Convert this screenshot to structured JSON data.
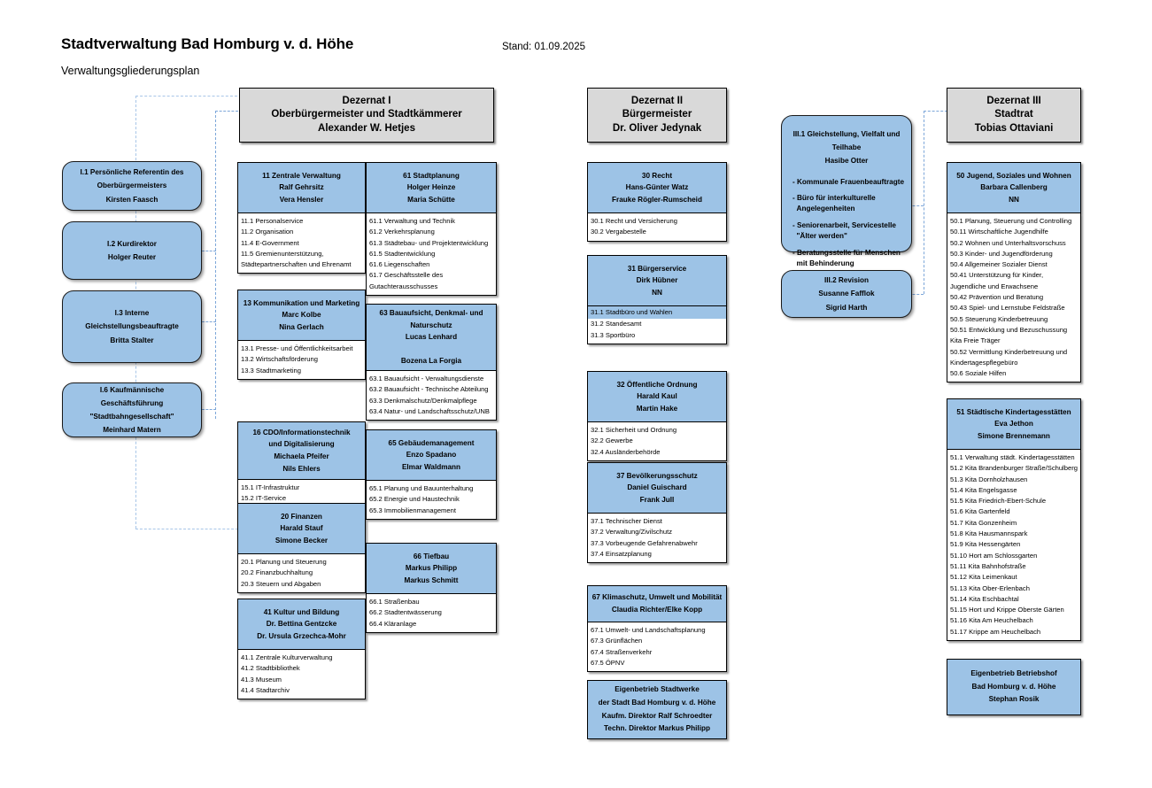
{
  "header": {
    "title": "Stadtverwaltung Bad Homburg v. d. Höhe",
    "stand": "Stand: 01.09.2025",
    "subtitle": "Verwaltungsgliederungsplan"
  },
  "colors": {
    "unit_head": "#9dc3e6",
    "dezernat_head": "#d9d9d9",
    "connector": "#7da7d9",
    "border": "#000000",
    "page_background": "#ffffff"
  },
  "dezernate": {
    "I": {
      "line1": "Dezernat I",
      "line2": "Oberbürgermeister und Stadtkämmerer",
      "line3": "Alexander W. Hetjes"
    },
    "II": {
      "line1": "Dezernat II",
      "line2": "Bürgermeister",
      "line3": "Dr. Oliver Jedynak"
    },
    "III": {
      "line1": "Dezernat III",
      "line2": "Stadtrat",
      "line3": "Tobias Ottaviani"
    }
  },
  "staff_left": [
    {
      "lines": [
        "I.1 Persönliche Referentin des",
        "Oberbürgermeisters",
        "Kirsten Faasch"
      ]
    },
    {
      "lines": [
        "I.2 Kurdirektor",
        "Holger Reuter"
      ]
    },
    {
      "lines": [
        "I.3 Interne Gleichstellungsbeauftragte",
        "Britta Stalter"
      ]
    },
    {
      "lines": [
        "I.6 Kaufmännische Geschäftsführung",
        "\"Stadtbahngesellschaft\"",
        "Meinhard Matern"
      ]
    }
  ],
  "staff_mid": [
    {
      "lines": [
        "III.1 Gleichstellung, Vielfalt und",
        "Teilhabe",
        "Hasibe Otter"
      ],
      "bullets": [
        "- Kommunale Frauenbeauftragte",
        "- Büro für interkulturelle\n  Angelegenheiten",
        "- Seniorenarbeit, Servicestelle\n  \"Älter werden\"",
        "- Beratungsstelle für Menschen\n  mit Behinderung"
      ]
    },
    {
      "lines": [
        "III.2 Revision",
        "Susanne Fafflok",
        "Sigrid Harth"
      ],
      "bullets": []
    }
  ],
  "col1": [
    {
      "head": [
        "11 Zentrale Verwaltung",
        "Ralf Gehrsitz",
        "Vera Hensler"
      ],
      "items": [
        "11.1 Personalservice",
        "11.2 Organisation",
        "11.4 E-Government",
        "11.5 Gremienunterstützung,",
        "Städtepartnerschaften und Ehrenamt"
      ]
    },
    {
      "head": [
        "13  Kommunikation und Marketing",
        "Marc Kolbe",
        "Nina Gerlach"
      ],
      "items": [
        "13.1 Presse- und Öffentlichkeitsarbeit",
        "13.2 Wirtschaftsförderung",
        "13.3 Stadtmarketing"
      ]
    },
    {
      "head": [
        "16 CDO/Informationstechnik",
        "und Digitalisierung",
        "Michaela Pfeifer",
        "Nils Ehlers"
      ],
      "items": [
        "15.1 IT-Infrastruktur",
        "15.2 IT-Service"
      ]
    },
    {
      "head": [
        "20 Finanzen",
        "Harald Stauf",
        "Simone Becker"
      ],
      "items": [
        "20.1 Planung und Steuerung",
        "20.2 Finanzbuchhaltung",
        "20.3 Steuern und Abgaben"
      ]
    },
    {
      "head": [
        "41 Kultur und Bildung",
        "Dr. Bettina Gentzcke",
        "Dr. Ursula Grzechca-Mohr"
      ],
      "items": [
        "41.1 Zentrale Kulturverwaltung",
        "41.2 Stadtbibliothek",
        "41.3 Museum",
        "41.4 Stadtarchiv"
      ]
    }
  ],
  "col2": [
    {
      "head": [
        "61 Stadtplanung",
        "Holger Heinze",
        "Maria Schütte"
      ],
      "items": [
        "61.1 Verwaltung und Technik",
        "61.2 Verkehrsplanung",
        "61.3 Städtebau- und Projektentwicklung",
        "61.5 Stadtentwicklung",
        "61.6 Liegenschaften",
        "61.7 Geschäftsstelle des",
        "Gutachterausschusses"
      ]
    },
    {
      "head": [
        "63 Bauaufsicht, Denkmal- und",
        "Naturschutz",
        "Lucas Lenhard",
        "",
        "Bozena La Forgia"
      ],
      "items": [
        "63.1 Bauaufsicht - Verwaltungsdienste",
        "63.2 Bauaufsicht - Technische Abteilung",
        "63.3 Denkmalschutz/Denkmalpflege",
        "63.4 Natur- und Landschaftsschutz/UNB"
      ]
    },
    {
      "head": [
        "65 Gebäudemanagement",
        "Enzo Spadano",
        "Elmar Waldmann"
      ],
      "items": [
        "65.1 Planung und Bauunterhaltung",
        "65.2 Energie und Haustechnik",
        "65.3 Immobilienmanagement"
      ]
    },
    {
      "head": [
        "66 Tiefbau",
        "Markus Philipp",
        "Markus Schmitt"
      ],
      "items": [
        "66.1 Straßenbau",
        "66.2 Stadtentwässerung",
        "66.4 Kläranlage"
      ]
    }
  ],
  "col3": [
    {
      "head": [
        "30 Recht",
        "Hans-Günter Watz",
        "Frauke Rögler-Rumscheid"
      ],
      "items": [
        "30.1 Recht und Versicherung",
        "30.2 Vergabestelle"
      ]
    },
    {
      "head": [
        "31 Bürgerservice",
        "Dirk Hübner",
        "NN"
      ],
      "items": [
        "31.1 Stadtbüro und Wahlen",
        "31.2 Standesamt",
        "31.3 Sportbüro"
      ],
      "first_item_banded": true
    },
    {
      "head": [
        "32 Öffentliche Ordnung",
        "Harald Kaul",
        "Martin Hake"
      ],
      "items": [
        "32.1 Sicherheit und Ordnung",
        "32.2 Gewerbe",
        "32.4 Ausländerbehörde"
      ]
    },
    {
      "head": [
        "37 Bevölkerungsschutz",
        "Daniel Guischard",
        "Frank Jull"
      ],
      "items": [
        "37.1 Technischer Dienst",
        "37.2 Verwaltung/Zivilschutz",
        "37.3 Vorbeugende Gefahrenabwehr",
        "37.4 Einsatzplanung"
      ]
    },
    {
      "head": [
        "67 Klimaschutz, Umwelt und Mobilität",
        "Claudia Richter/Elke Kopp"
      ],
      "items": [
        "67.1 Umwelt- und Landschaftsplanung",
        "67.3 Grünflächen",
        "67.4 Straßenverkehr",
        "67.5 ÖPNV"
      ]
    }
  ],
  "col4": [
    {
      "head": [
        "50 Jugend, Soziales und Wohnen",
        "Barbara Callenberg",
        "NN"
      ],
      "items": [
        "50.1 Planung, Steuerung und Controlling",
        "50.11 Wirtschaftliche Jugendhilfe",
        "50.2 Wohnen und Unterhaltsvorschuss",
        "50.3 Kinder- und Jugendförderung",
        "50.4 Allgemeiner Sozialer Dienst",
        "50.41 Unterstützung für Kinder,",
        "Jugendliche und Erwachsene",
        "50.42 Prävention und Beratung",
        "50.43 Spiel- und Lernstube Feldstraße",
        "50.5 Steuerung Kinderbetreuung",
        "50.51 Entwicklung und Bezuschussung",
        "Kita Freie Träger",
        "50.52 Vermittlung Kinderbetreuung und",
        "Kindertagespflegebüro",
        "50.6 Soziale Hilfen"
      ]
    },
    {
      "head": [
        "51 Städtische Kindertagesstätten",
        "Eva Jethon",
        "Simone Brennemann"
      ],
      "items": [
        "51.1 Verwaltung städt. Kindertagesstätten",
        "51.2 Kita Brandenburger Straße/Schulberg",
        "51.3 Kita Dornholzhausen",
        "51.4 Kita Engelsgasse",
        "51.5 Kita Friedrich-Ebert-Schule",
        "51.6 Kita Gartenfeld",
        "51.7 Kita Gonzenheim",
        "51.8 Kita Hausmannspark",
        "51.9 Kita Hessengärten",
        "51.10 Hort am Schlossgarten",
        "51.11 Kita Bahnhofstraße",
        "51.12 Kita Leimenkaut",
        "51.13 Kita Ober-Erlenbach",
        "51.14 Kita Eschbachtal",
        "51.15 Hort und Krippe Oberste Gärten",
        "51.16 Kita Am Heuchelbach",
        "51.17 Krippe am Heuchelbach"
      ]
    }
  ],
  "eigenbetriebe": [
    {
      "id": "stadtwerke",
      "lines": [
        "Eigenbetrieb Stadtwerke",
        "der Stadt Bad Homburg v. d. Höhe",
        "Kaufm. Direktor Ralf Schroedter",
        "Techn. Direktor Markus Philipp"
      ]
    },
    {
      "id": "betriebshof",
      "lines": [
        "Eigenbetrieb  Betriebshof",
        "Bad Homburg v.  d. Höhe",
        "Stephan Rosik"
      ]
    }
  ]
}
